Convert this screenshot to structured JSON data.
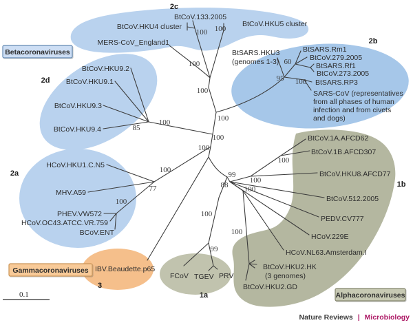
{
  "figure": {
    "type": "phylogenetic-tree",
    "footer": {
      "brand": "Nature Reviews",
      "separator": "|",
      "journal": "Microbiology"
    },
    "scale": {
      "label": "0.1"
    }
  },
  "colors": {
    "light_blue": "#b9d2ee",
    "medium_blue": "#a6c7e9",
    "sage": "#b4b7a0",
    "sage_light": "#c1c3ae",
    "orange": "#f5bf8b",
    "beta_box_fill": "#cddef4",
    "beta_box_border": "#6389b2",
    "gamma_box_fill": "#f8ca98",
    "gamma_box_border": "#cb9557",
    "alpha_box_fill": "#c7c9b3",
    "alpha_box_border": "#84866d",
    "branch": "#3c3c3c",
    "brand_magenta": "#ad1a66"
  },
  "legend": {
    "beta": "Betacoronaviruses",
    "gamma": "Gammacoronaviruses",
    "alpha": "Alphacoronaviruses"
  },
  "groups": {
    "g2c": "2c",
    "g2b": "2b",
    "g2d": "2d",
    "g2a": "2a",
    "g1b": "1b",
    "g1a": "1a",
    "g3": "3"
  },
  "taxa": {
    "cov133": "BtCoV.133.2005",
    "hku4": "BtCoV.HKU4 cluster",
    "hku5": "BtCoV.HKU5 cluster",
    "mers": "MERS-CoV_England1",
    "hku3_l1": "BtSARS.HKU3",
    "hku3_l2": "(genomes 1-3)",
    "rm1": "BtSARS.Rm1",
    "cov279": "BtCoV.279.2005",
    "rf1": "BtSARS.Rf1",
    "cov273": "BtCoV.273.2005",
    "rp3": "BtSARS.RP3",
    "sars_l1": "SARS-CoV (representatives",
    "sars_l2": "from all phases of human",
    "sars_l3": "infection and from civets",
    "sars_l4": "and dogs)",
    "hku9_2": "BtCoV.HKU9.2",
    "hku9_1": "BtCoV.HKU9.1",
    "hku9_3": "BtCoV.HKU9.3",
    "hku9_4": "BtCoV.HKU9.4",
    "hku1": "HCoV.HKU1.C.N5",
    "mhv": "MHV.A59",
    "phev": "PHEV.VW572",
    "oc43": "HCoV.OC43.ATCC.VR.759",
    "bcov": "BCoV.ENT",
    "ibv": "IBV.Beaudette.p65",
    "fcov": "FCoV",
    "tgev": "TGEV",
    "prv": "PRV",
    "hku2hk_l1": "BtCoV.HKU2.HK",
    "hku2hk_l2": "(3 genomes)",
    "hku2gd": "BtCoV.HKU2.GD",
    "nl63": "HCoV.NL63.Amsterdam.I",
    "cov229e": "HCoV.229E",
    "pedv": "PEDV.CV777",
    "cov512": "BtCoV.512.2005",
    "hku8": "BtCoV.HKU8.AFCD77",
    "cov1b": "BtCoV.1B.AFCD307",
    "cov1a": "BtCoV.1A.AFCD62"
  },
  "bootstrap": {
    "b2c_sub": "100",
    "b2c_hku5": "100",
    "b2c_stem": "100",
    "b_top": "100",
    "b_2b_junction": "100",
    "b_2d_junction": "100",
    "b_2a_junction": "100",
    "b_2d_clade": "100",
    "b_hku9": "85",
    "b_2a_clade": "100",
    "b_2a_node": "77",
    "b_2a_sub": "100",
    "b_60": "60",
    "b_95": "95",
    "b_sars": "100",
    "b_1ab": "100",
    "b_hku8": "100",
    "b_nl63": "100",
    "b_hku2": "100",
    "b_99": "99",
    "b_88": "88",
    "b_1a_stem": "100",
    "b_1a_node": "99"
  }
}
